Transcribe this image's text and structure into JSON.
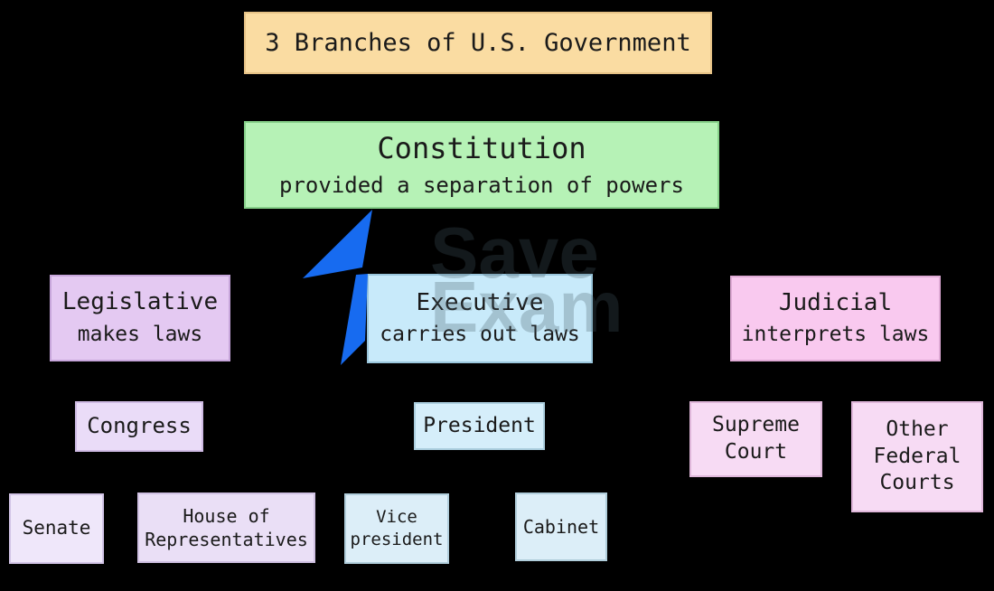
{
  "diagram": {
    "title": {
      "label": "3 Branches of U.S. Government"
    },
    "constitution": {
      "title": "Constitution",
      "subtitle": "provided a separation of powers"
    },
    "branches": {
      "legislative": {
        "title": "Legislative",
        "subtitle": "makes laws"
      },
      "executive": {
        "title": "Executive",
        "subtitle": "carries out laws"
      },
      "judicial": {
        "title": "Judicial",
        "subtitle": "interprets laws"
      }
    },
    "nodes": {
      "congress": "Congress",
      "president": "President",
      "supreme_court": "Supreme Court",
      "other_federal_courts": "Other Federal Courts",
      "senate": "Senate",
      "house": "House of Representatives",
      "vice_president": "Vice president",
      "cabinet": "Cabinet"
    }
  },
  "watermark": {
    "line1": "Save",
    "line2": "Exam"
  },
  "icons": {
    "bolt": "lightning-bolt-icon"
  },
  "palette": {
    "background": "#000000",
    "text": "#1a1a1a",
    "bolt_blue": "#176bf0",
    "title_fill": "#fadca2",
    "constitution_fill": "#b6f2b6",
    "legislative_fill": "#e4c9f2",
    "executive_fill": "#c8eafa",
    "judicial_fill": "#f9c9ef",
    "congress_fill": "#eadcf8",
    "president_fill": "#d5eefa",
    "supreme_court_fill": "#f7dbf4",
    "senate_fill": "#efe7fa",
    "house_fill": "#eadff6",
    "vice_president_fill": "#dceef8",
    "cabinet_fill": "#dceef8"
  }
}
